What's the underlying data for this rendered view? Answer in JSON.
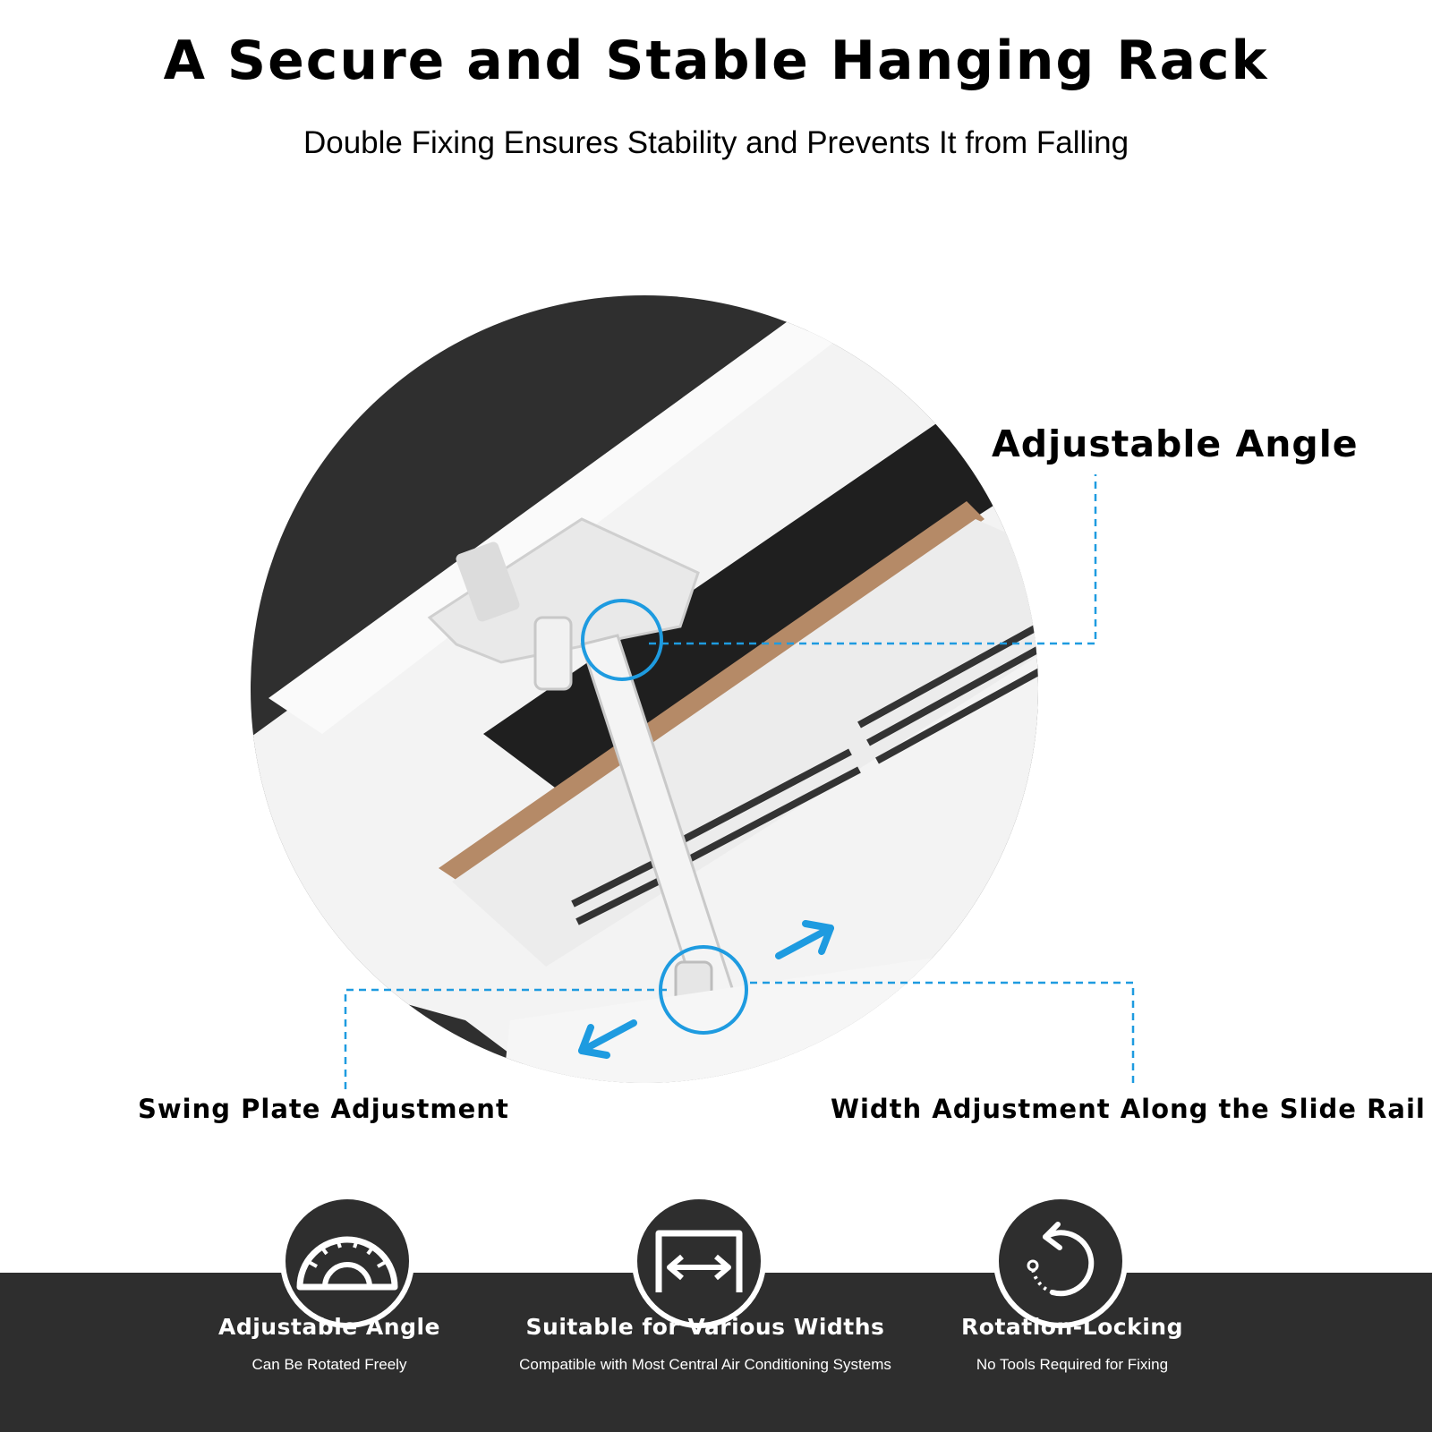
{
  "header": {
    "title": "A Secure and Stable Hanging Rack",
    "subtitle": "Double Fixing Ensures Stability and Prevents It from Falling"
  },
  "callouts": {
    "adjustable_angle": "Adjustable Angle",
    "swing_plate": "Swing Plate Adjustment",
    "width_adjustment": "Width Adjustment Along the Slide Rail"
  },
  "features": [
    {
      "icon": "protractor-icon",
      "title": "Adjustable Angle",
      "subtitle": "Can Be Rotated Freely"
    },
    {
      "icon": "width-arrow-icon",
      "title": "Suitable for Various Widths",
      "subtitle": "Compatible with Most Central Air Conditioning Systems"
    },
    {
      "icon": "rotation-arrow-icon",
      "title": "Rotation-Locking",
      "subtitle": "No Tools Required for Fixing"
    }
  ],
  "colors": {
    "accent": "#1e9be0",
    "dark": "#2e2e2e",
    "background": "#ffffff"
  }
}
